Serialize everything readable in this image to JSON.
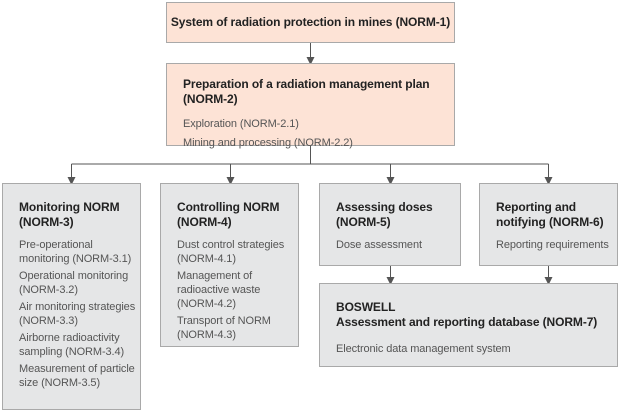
{
  "boxes": {
    "norm1": {
      "title": "System of radiation protection in mines (NORM-1)"
    },
    "norm2": {
      "title": "Preparation of a radiation management plan (NORM-2)",
      "items": [
        "Exploration (NORM-2.1)",
        "Mining and processing (NORM-2.2)"
      ]
    },
    "norm3": {
      "title": "Monitoring NORM\n(NORM-3)",
      "items": [
        "Pre-operational\nmonitoring (NORM-3.1)",
        "Operational monitoring\n(NORM-3.2)",
        "Air monitoring strategies\n(NORM-3.3)",
        "Airborne radioactivity\nsampling (NORM-3.4)",
        "Measurement of particle\nsize (NORM-3.5)"
      ]
    },
    "norm4": {
      "title": "Controlling NORM\n(NORM-4)",
      "items": [
        "Dust control strategies\n(NORM-4.1)",
        "Management of\nradioactive waste\n(NORM-4.2)",
        "Transport of NORM\n(NORM-4.3)"
      ]
    },
    "norm5": {
      "title": "Assessing doses\n(NORM-5)",
      "items": [
        "Dose assessment"
      ]
    },
    "norm6": {
      "title": "Reporting and\nnotifying (NORM-6)",
      "items": [
        "Reporting requirements"
      ]
    },
    "norm7": {
      "title": "BOSWELL\nAssessment and reporting database (NORM-7)",
      "items": [
        "Electronic data management system"
      ]
    }
  },
  "colors": {
    "top_fill": "#fde3d6",
    "child_fill": "#e5e6e7",
    "border": "#a9a9a9",
    "connector": "#555555"
  }
}
